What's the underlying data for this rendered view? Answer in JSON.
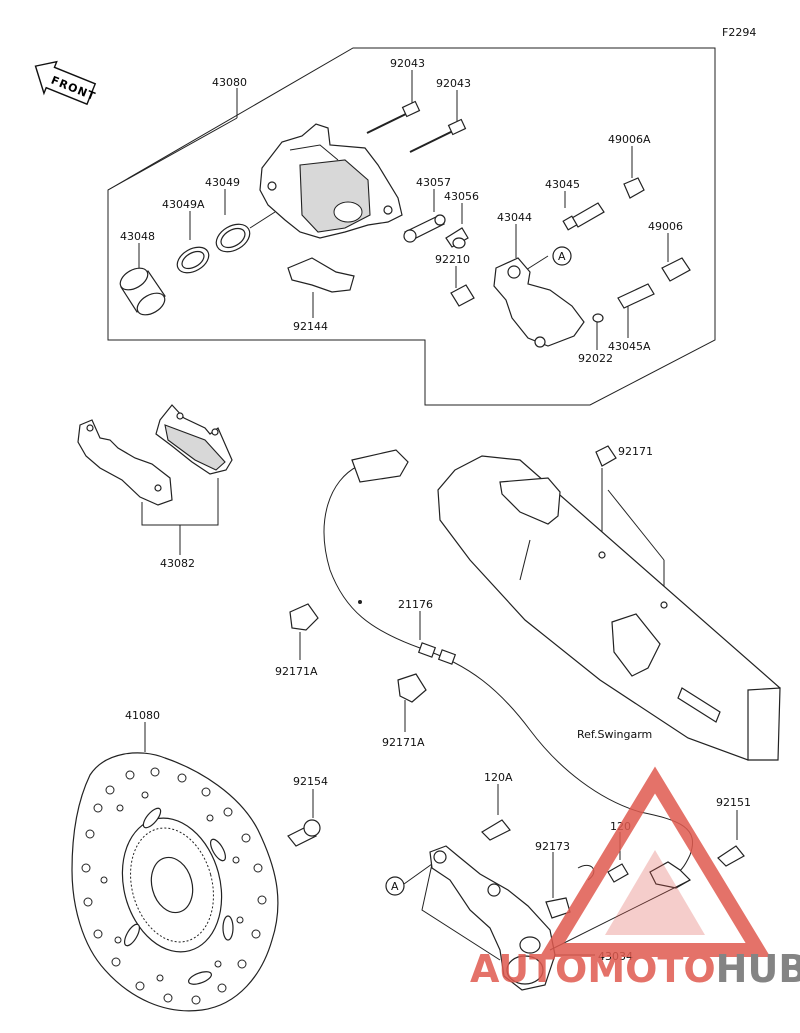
{
  "figure_code": "F2294",
  "front_label": "FRONT",
  "labels": {
    "p43080": "43080",
    "p92043a": "92043",
    "p92043b": "92043",
    "p49006A": "49006A",
    "p43049": "43049",
    "p43057": "43057",
    "p43049A": "43049A",
    "p43056": "43056",
    "p43045": "43045",
    "p43044": "43044",
    "p43048": "43048",
    "p49006": "49006",
    "p92210": "92210",
    "p92144": "92144",
    "p43045A": "43045A",
    "p92022": "92022",
    "p92171": "92171",
    "p43082": "43082",
    "p21176": "21176",
    "p92171A_1": "92171A",
    "p92171A_2": "92171A",
    "ref_swingarm": "Ref.Swingarm",
    "p41080": "41080",
    "p92154": "92154",
    "p120A": "120A",
    "p92151": "92151",
    "p120": "120",
    "p92173": "92173",
    "p43034": "43034",
    "ref_A_top": "A",
    "ref_A_bottom": "A"
  },
  "watermark": {
    "part1": "AUTO",
    "part2": "MOTO",
    "part3": "HUB",
    "color_main": "#e05a4f",
    "color_hub": "#6f6f6f"
  }
}
